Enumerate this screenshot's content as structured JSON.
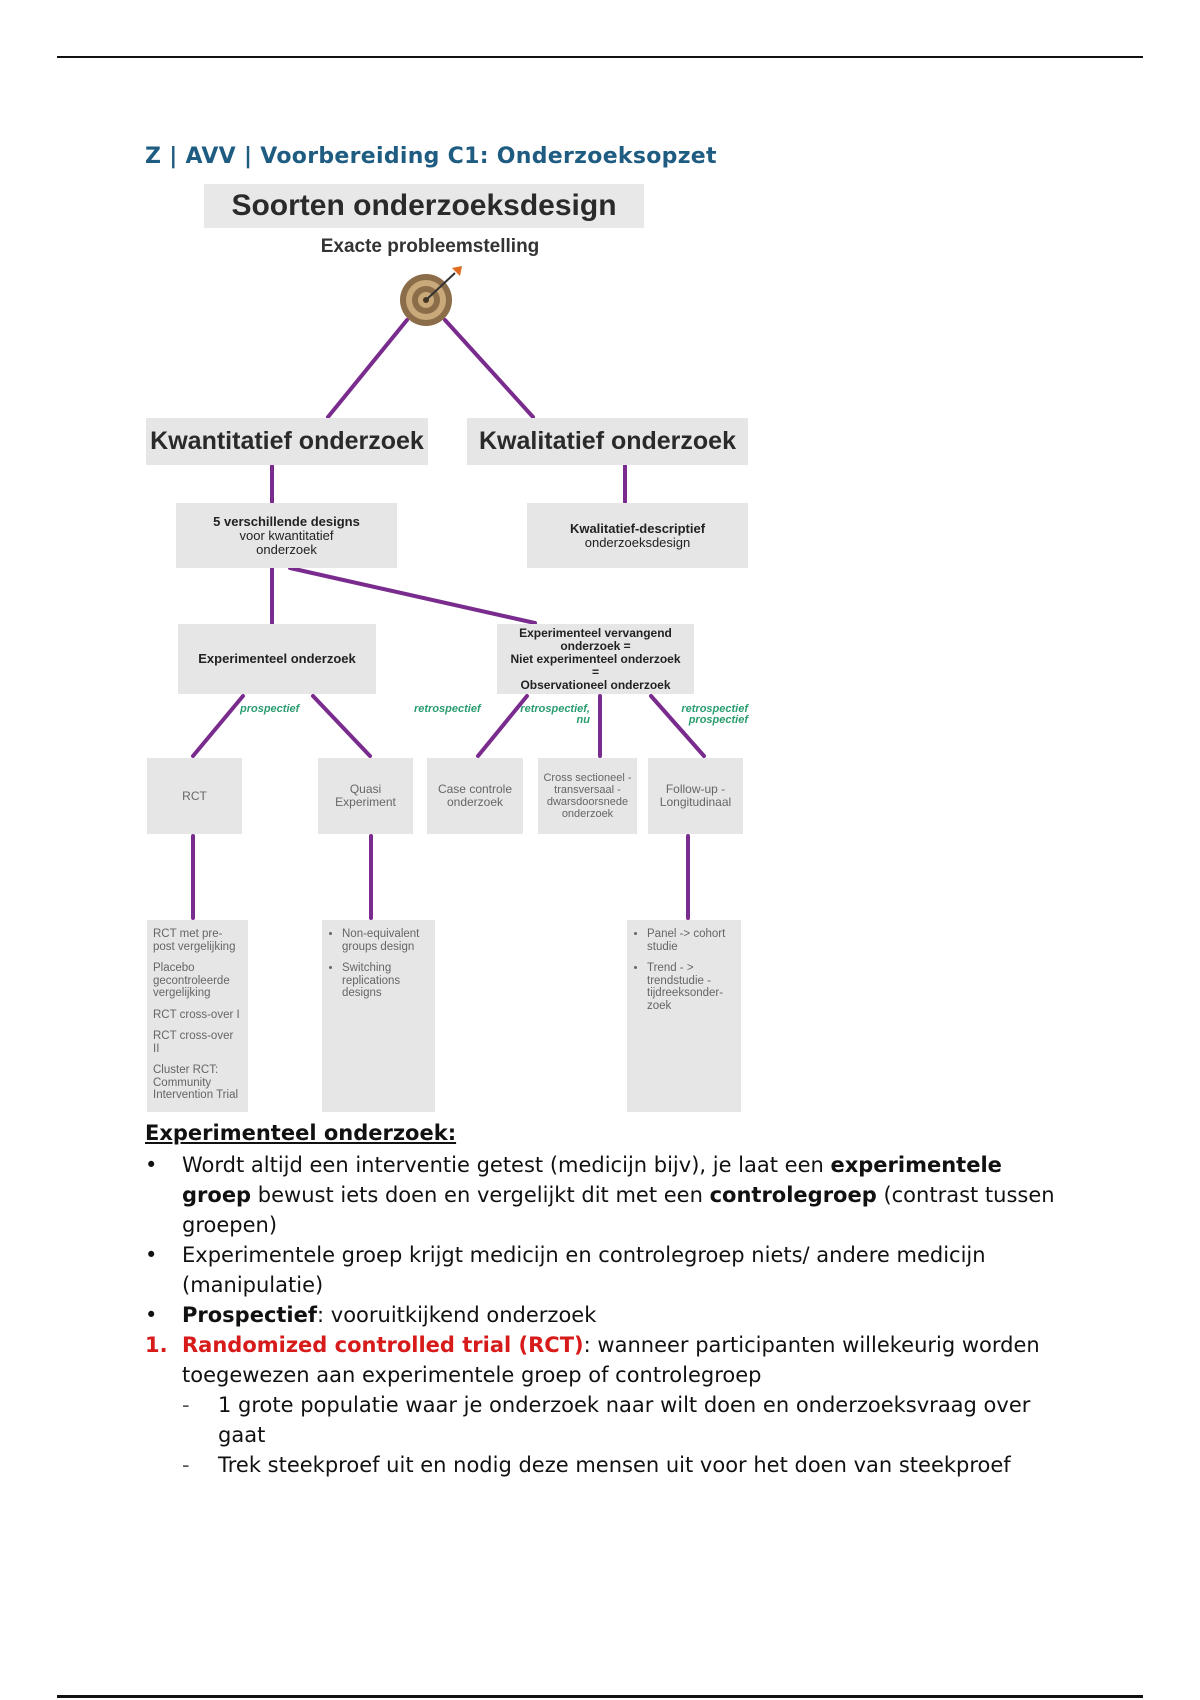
{
  "document": {
    "title": "Z | AVV | Voorbereiding C1: Onderzoeksopzet"
  },
  "diagram": {
    "title": "Soorten onderzoeksdesign",
    "subtitle": "Exacte probleemstelling",
    "target_icon": "target-icon",
    "line_color": "#7a2c8e",
    "quant": "Kwantitatief onderzoek",
    "qual": "Kwalitatief onderzoek",
    "five_designs_bold": "5 verschillende designs",
    "five_designs_rest": "voor kwantitatief onderzoek",
    "qual_design_bold": "Kwalitatief-descriptief",
    "qual_design_rest": "onderzoeksdesign",
    "experimental": "Experimenteel onderzoek",
    "nonexp_line1": "Experimenteel vervangend onderzoek =",
    "nonexp_line2": "Niet experimenteel onderzoek",
    "nonexp_line3": "=",
    "nonexp_line4": "Observationeel onderzoek",
    "tag_prospectief": "prospectief",
    "tag_retrospectief": "retrospectief",
    "tag_retro_nu_1": "retrospectief,",
    "tag_retro_nu_2": "nu",
    "tag_retro_pro_1": "retrospectief",
    "tag_retro_pro_2": "prospectief",
    "rct": "RCT",
    "quasi": "Quasi Experiment",
    "case_control": "Case controle onderzoek",
    "cross_sectional": "Cross sectioneel - transversaal - dwarsdoorsnede onderzoek",
    "follow_up": "Follow-up - Longitudinaal",
    "rct_list": [
      "RCT met pre-post vergelijking",
      "Placebo gecontroleerde vergelijking",
      "RCT cross-over I",
      "RCT cross-over II",
      "Cluster RCT: Community Intervention Trial"
    ],
    "quasi_list": [
      "Non-equivalent groups design",
      "Switching replications designs"
    ],
    "follow_list": [
      "Panel -> cohort studie",
      "Trend - > trendstudie - tijdreeksonder-zoek"
    ]
  },
  "body": {
    "section_heading": "Experimenteel onderzoek: ",
    "bullet_mark": "•",
    "b1_pre": "Wordt altijd een interventie getest (medicijn bijv), je laat een ",
    "b1_bold1": "experimentele groep",
    "b1_mid": " bewust iets doen en vergelijkt dit met een ",
    "b1_bold2": "controlegroep",
    "b1_post": " (contrast tussen groepen)",
    "b2": "Experimentele groep krijgt medicijn en controlegroep niets/ andere medicijn (manipulatie)",
    "b3_bold": "Prospectief",
    "b3_rest": ": vooruitkijkend onderzoek",
    "n1_mark": "1.",
    "n1_red": "Randomized controlled trial (RCT)",
    "n1_rest": ": wanneer participanten willekeurig worden toegewezen aan experimentele groep of controlegroep",
    "dash_mark": "-",
    "d1": "1 grote populatie waar je onderzoek naar wilt doen en onderzoeksvraag over gaat",
    "d2": "Trek steekproef uit en nodig deze mensen uit voor het doen van steekproef"
  }
}
